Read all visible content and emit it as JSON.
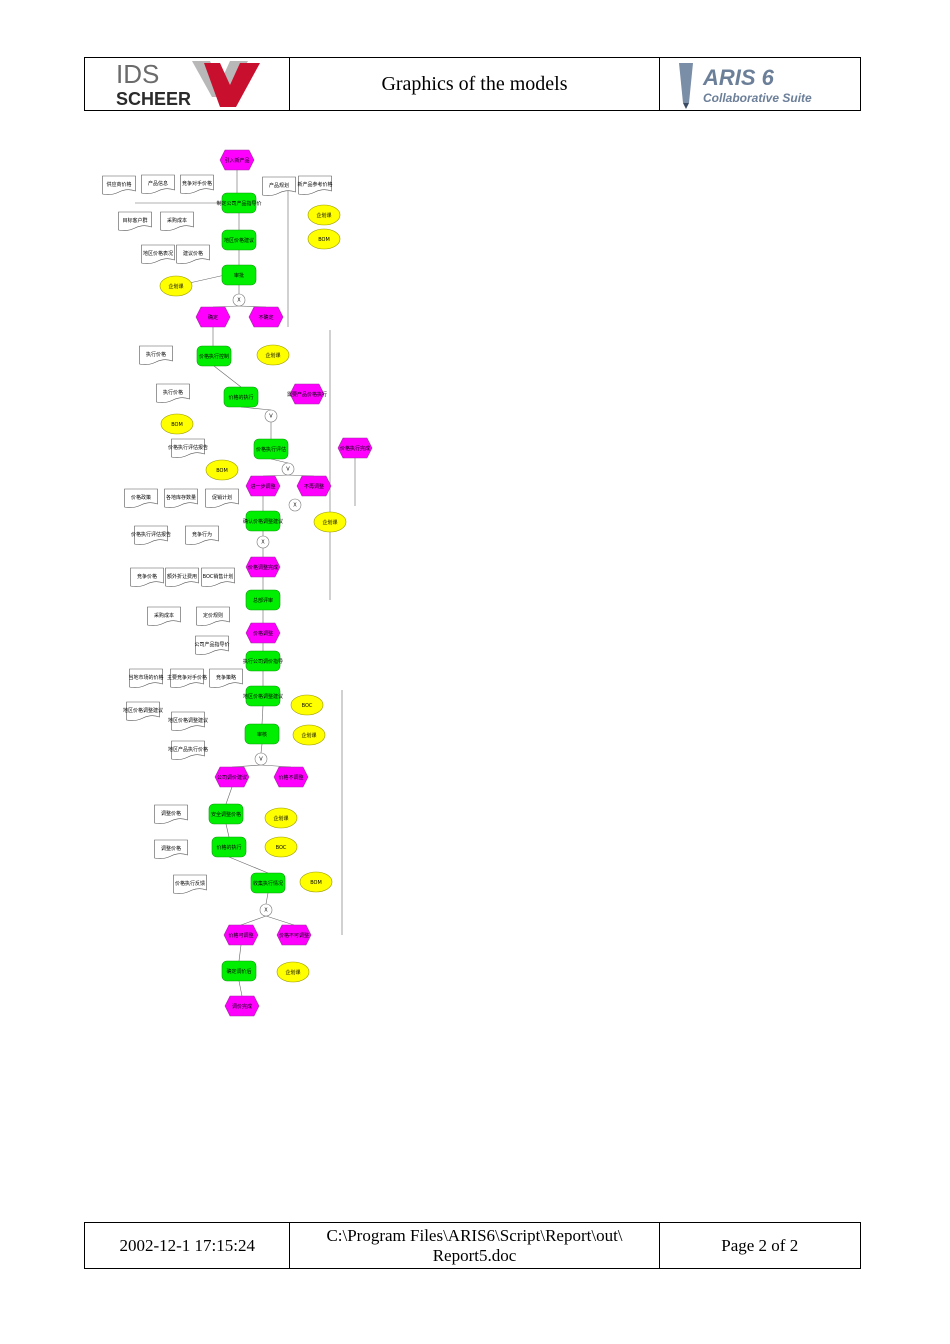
{
  "header": {
    "logo_left_text_1": "IDS",
    "logo_left_text_2": "SCHEER",
    "title": "Graphics of the models",
    "logo_right_text_1": "ARIS 6",
    "logo_right_text_2": "Collaborative Suite"
  },
  "footer": {
    "datetime": "2002-12-1 17:15:24",
    "path_line_1": "C:\\Program Files\\ARIS6\\Script\\Report\\out\\",
    "path_line_2": "Report5.doc",
    "page": "Page 2  of 2"
  },
  "colors": {
    "event": "#ff00ff",
    "function": "#00ee00",
    "org_unit": "#ffff00",
    "document": "#ffffff",
    "line": "#000000"
  },
  "diagram": {
    "events": [
      "引入新产品",
      "确定",
      "不确定",
      "需要产品价格执行",
      "价格执行完成",
      "进一步调整",
      "不再调整",
      "价格调整完成",
      "价格调整",
      "公司调价建议",
      "价格不调整",
      "价格可调整",
      "价格不可调整",
      "调价完成"
    ],
    "functions": [
      "制定公司产品指导价",
      "地区价格建议",
      "审批",
      "价格执行控制",
      "价格的执行",
      "价格执行评估",
      "确认价格调整建议",
      "总部评审",
      "执行公司调价指导",
      "地区价格调整建议",
      "审核",
      "安全调整价格",
      "价格的执行",
      "收集执行情况",
      "确定调价后"
    ],
    "org_units": [
      "企划课",
      "BOM",
      "企划课",
      "企划课",
      "BOM",
      "BOM",
      "企划课",
      "BOC",
      "企划课",
      "企划课",
      "BOC",
      "BOM",
      "企划课"
    ],
    "documents": [
      "供应商价格",
      "产品信息",
      "竞争对手价格",
      "产品规划",
      "新产品参考价格",
      "目标客户群",
      "采购成本",
      "地区价格表况",
      "建议价格",
      "执行价格",
      "执行价格",
      "价格执行评估报告",
      "价格政策",
      "各地库存数量",
      "促销计划",
      "价格执行评估报告",
      "竞争行为",
      "竞争价格",
      "额外折让费用",
      "BOC销售计划",
      "采购成本",
      "定价规则",
      "公司产品指导价",
      "当地市场的价格",
      "主要竞争对手价格",
      "竞争策略",
      "地区价格调整建议",
      "地区价格调整建议",
      "地区产品执行价格",
      "调整价格",
      "调整价格",
      "价格执行反馈"
    ],
    "connectors": [
      "X",
      "V",
      "V",
      "X",
      "X",
      "V",
      "X",
      "X"
    ]
  }
}
